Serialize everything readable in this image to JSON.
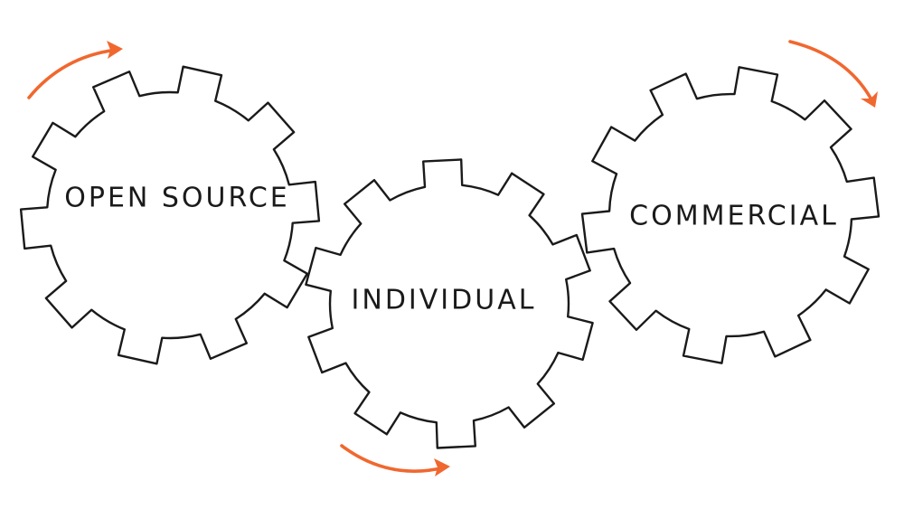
{
  "gears": [
    {
      "id": "open-source",
      "label": "OPEN SOURCE"
    },
    {
      "id": "individual",
      "label": "INDIVIDUAL"
    },
    {
      "id": "commercial",
      "label": "COMMERCIAL"
    }
  ],
  "arrows": [
    {
      "id": "top-left",
      "direction": "clockwise"
    },
    {
      "id": "bottom-center",
      "direction": "counter-clockwise"
    },
    {
      "id": "top-right",
      "direction": "clockwise"
    }
  ],
  "colors": {
    "gear_stroke": "#1a1a1a",
    "gear_fill": "#ffffff",
    "arrow": "#f0682f",
    "text": "#1a1a1a",
    "background": "#ffffff"
  }
}
